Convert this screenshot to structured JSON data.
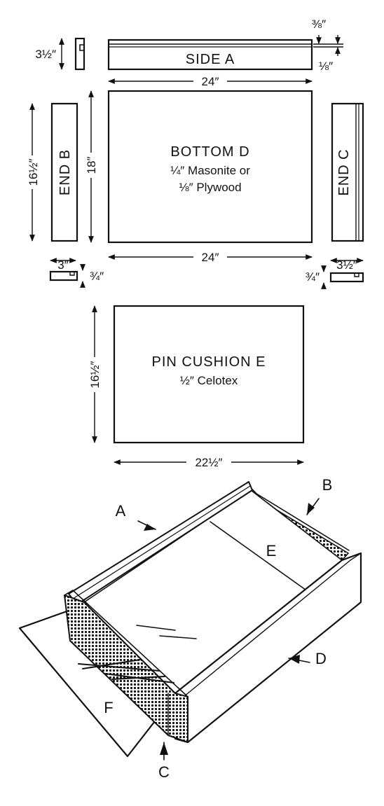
{
  "pieces": {
    "side_a": {
      "label": "SIDE A",
      "height": "3½″",
      "groove_width": "⅜″",
      "groove_depth": "⅛″",
      "length": "24″"
    },
    "bottom_d": {
      "label": "BOTTOM D",
      "material_1": "¼″ Masonite or",
      "material_2": "⅛″ Plywood",
      "height": "18″",
      "width": "24″"
    },
    "end_b": {
      "label": "END B",
      "length": "16½″",
      "profile_width": "3″",
      "profile_thickness": "¾″"
    },
    "end_c": {
      "label": "END C",
      "profile_width": "3½″",
      "profile_thickness": "¾″"
    },
    "pin_cushion_e": {
      "label": "PIN CUSHION E",
      "material": "½″ Celotex",
      "height": "16½″",
      "width": "22½″"
    }
  },
  "assembly": {
    "labels": {
      "a": "A",
      "b": "B",
      "c": "C",
      "d": "D",
      "e": "E",
      "f": "F"
    }
  },
  "colors": {
    "ink": "#111111",
    "paper": "#ffffff"
  }
}
